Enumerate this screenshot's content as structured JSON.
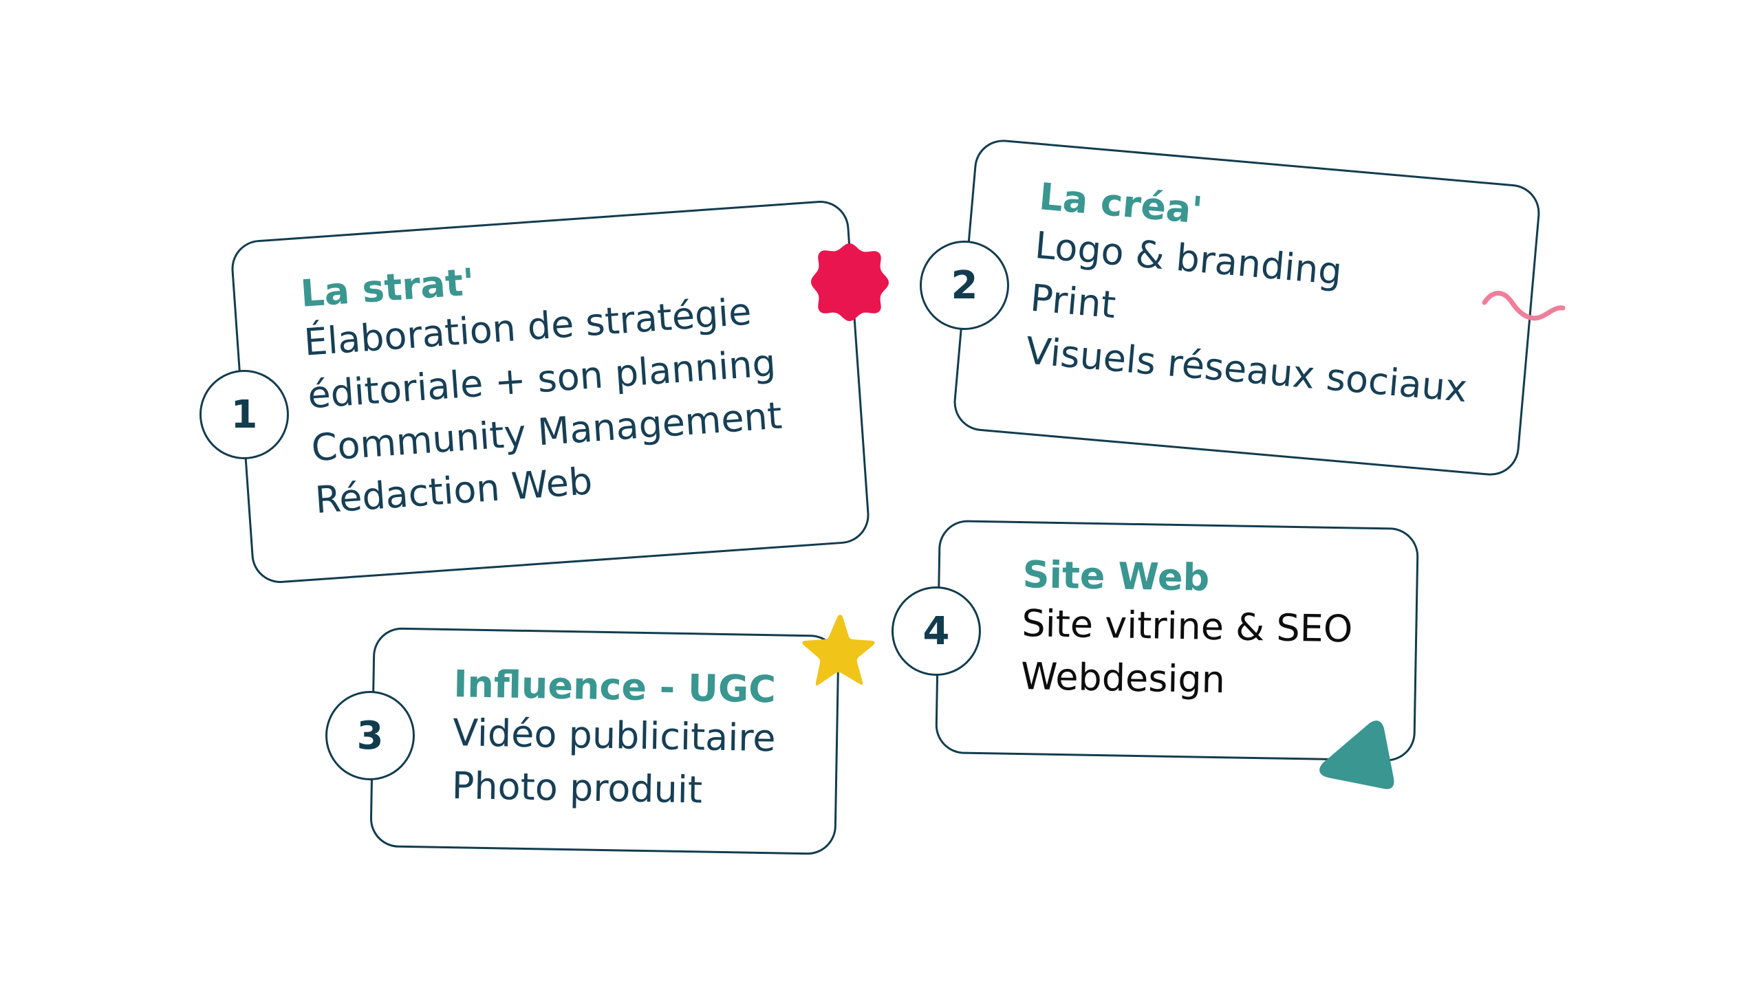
{
  "colors": {
    "title_teal": "#3a9690",
    "text_navy": "#173f55",
    "border_navy": "#123c4e",
    "blob_pink": "#e8154f",
    "star_yellow": "#f0c419",
    "squiggle_pink": "#ee7f9a",
    "triangle_teal": "#3a9690"
  },
  "cards": [
    {
      "number": "1",
      "title": "La strat'",
      "items": [
        "Élaboration de stratégie",
        "éditoriale + son planning",
        "Community Management",
        "Rédaction Web"
      ]
    },
    {
      "number": "2",
      "title": "La créa'",
      "items": [
        "Logo & branding",
        "Print",
        "Visuels réseaux sociaux"
      ]
    },
    {
      "number": "3",
      "title": "Influence - UGC",
      "items": [
        "Vidéo publicitaire",
        "Photo produit"
      ]
    },
    {
      "number": "4",
      "title": "Site Web",
      "items": [
        "Site vitrine & SEO",
        "Webdesign"
      ]
    }
  ],
  "decorations": {
    "blob": "pink-wavy-blob-icon",
    "star": "yellow-star-icon",
    "squiggle": "pink-squiggle-icon",
    "triangle": "teal-triangle-icon"
  }
}
